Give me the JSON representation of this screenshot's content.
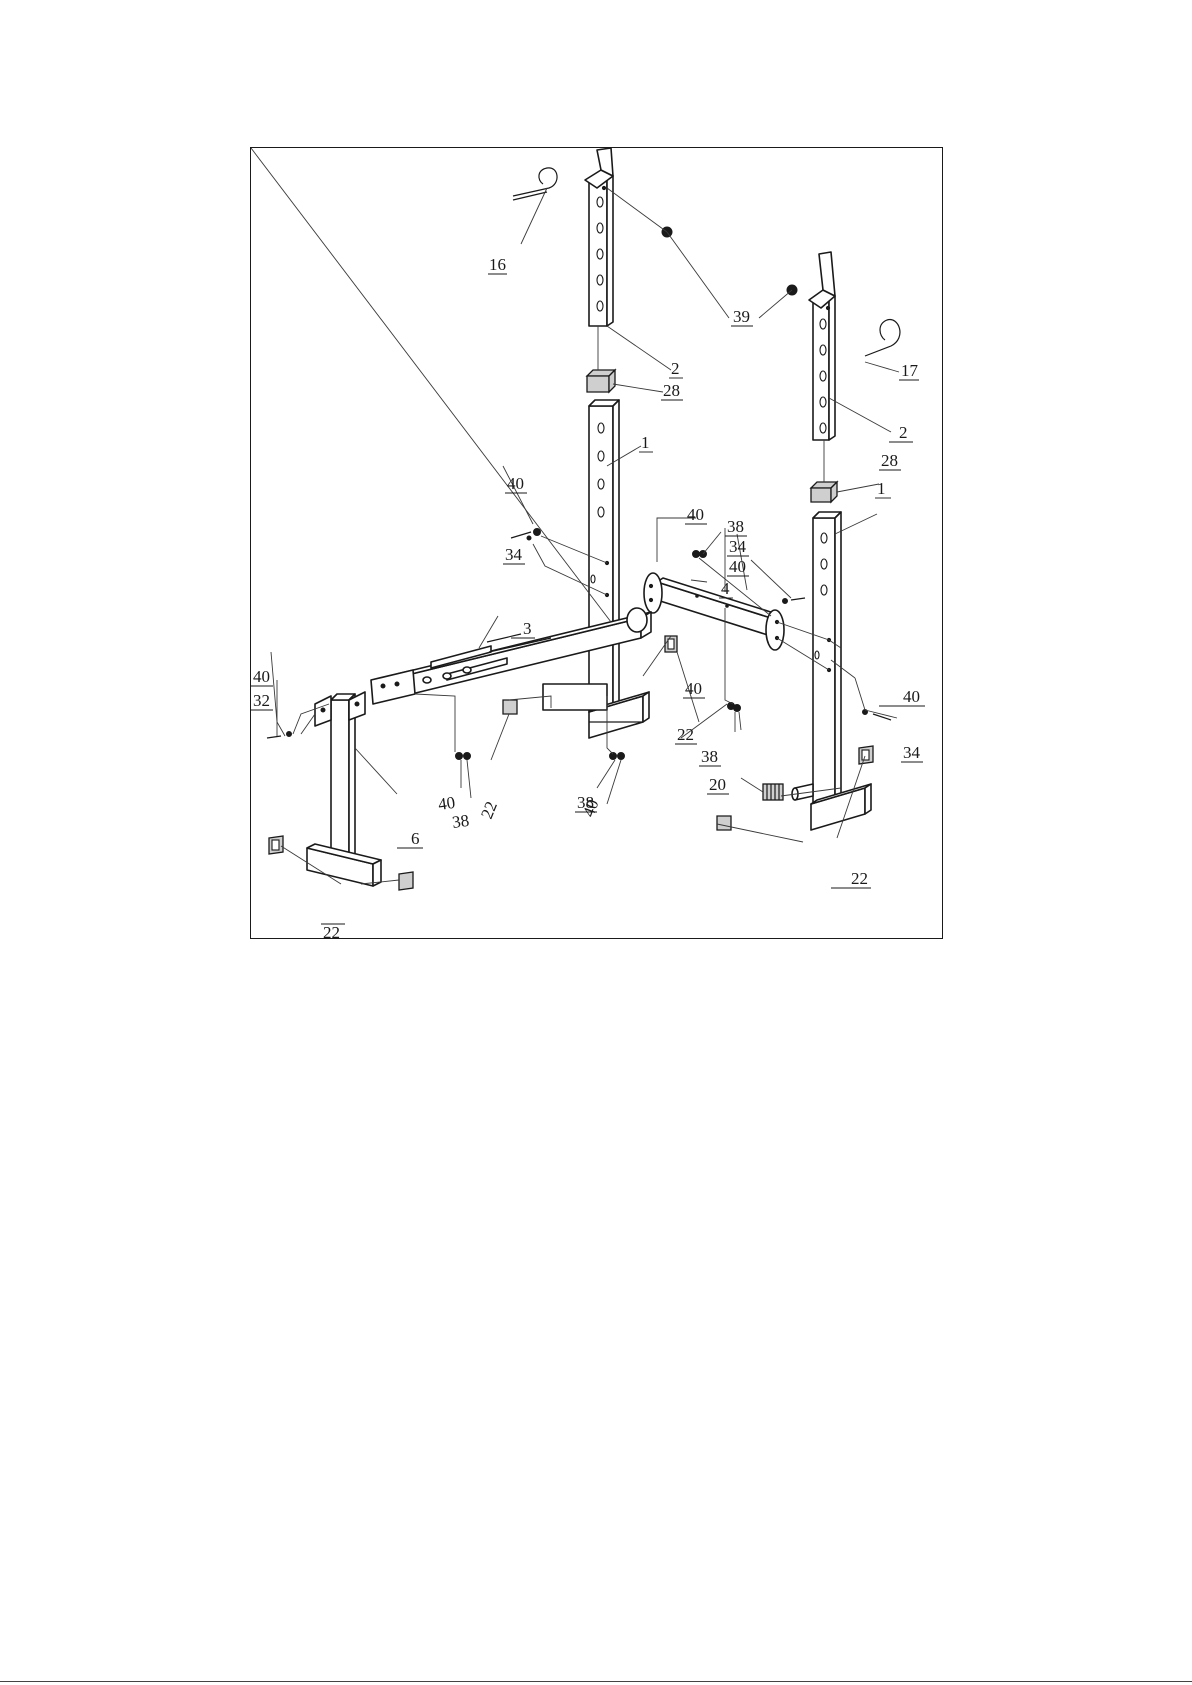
{
  "diagram": {
    "callouts": {
      "c16": "16",
      "c39": "39",
      "c2a": "2",
      "c28a": "28",
      "c17": "17",
      "c2b": "2",
      "c1a": "1",
      "c28b": "28",
      "c1b": "1",
      "c40a": "40",
      "c34a": "34",
      "c40b": "40",
      "c38a": "38",
      "c34b": "34",
      "c40c": "40",
      "c4": "4",
      "c3": "3",
      "c40d": "40",
      "c32": "32",
      "c40e": "40",
      "c38b": "38",
      "c22a": "22",
      "c38c": "38",
      "c40f": "40",
      "c40g": "40",
      "c38d": "38",
      "c22b": "22",
      "c40h": "40",
      "c34c": "34",
      "c20": "20",
      "c6": "6",
      "c22c": "22",
      "c22d": "22"
    }
  }
}
